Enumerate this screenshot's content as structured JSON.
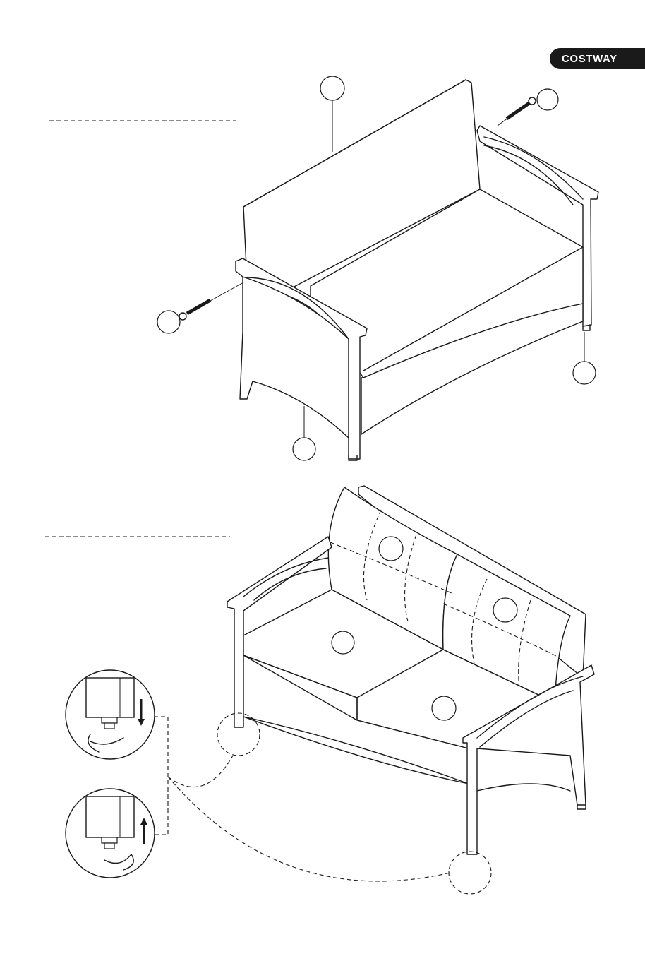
{
  "brand": {
    "name": "COSTWAY"
  },
  "steps": [
    {
      "id": "step-1",
      "heading": "",
      "callouts": [
        "",
        "",
        "",
        "",
        ""
      ]
    },
    {
      "id": "step-2",
      "heading": "",
      "callouts": [
        "",
        "",
        "",
        ""
      ]
    }
  ],
  "colors": {
    "ink": "#1a1a1a",
    "paper": "#ffffff",
    "badge": "#1a1a1a"
  }
}
